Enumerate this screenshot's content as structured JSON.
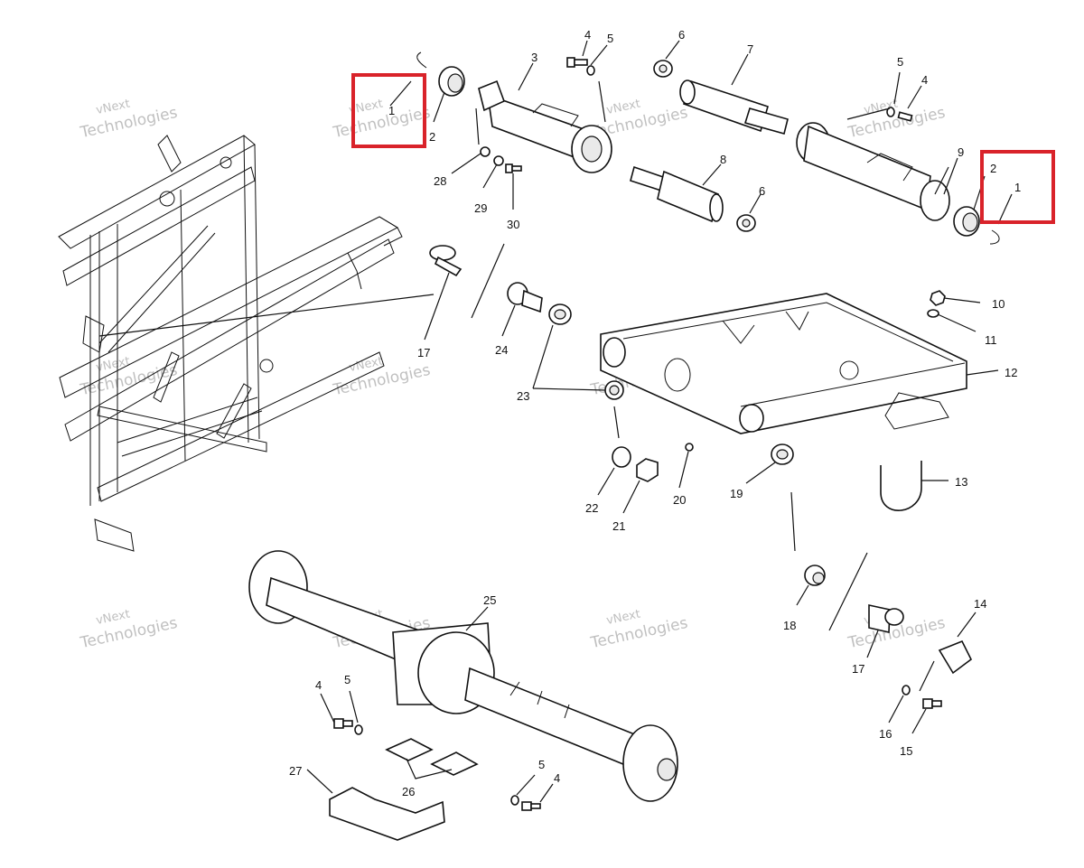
{
  "callouts": [
    {
      "id": "c1a",
      "text": "1"
    },
    {
      "id": "c2a",
      "text": "2"
    },
    {
      "id": "c3",
      "text": "3"
    },
    {
      "id": "c4a",
      "text": "4"
    },
    {
      "id": "c5a",
      "text": "5"
    },
    {
      "id": "c6a",
      "text": "6"
    },
    {
      "id": "c7",
      "text": "7"
    },
    {
      "id": "c5b",
      "text": "5"
    },
    {
      "id": "c4b",
      "text": "4"
    },
    {
      "id": "c9",
      "text": "9"
    },
    {
      "id": "c2b",
      "text": "2"
    },
    {
      "id": "c1b",
      "text": "1"
    },
    {
      "id": "c8",
      "text": "8"
    },
    {
      "id": "c6b",
      "text": "6"
    },
    {
      "id": "c28",
      "text": "28"
    },
    {
      "id": "c29",
      "text": "29"
    },
    {
      "id": "c30",
      "text": "30"
    },
    {
      "id": "c10",
      "text": "10"
    },
    {
      "id": "c11",
      "text": "11"
    },
    {
      "id": "c12",
      "text": "12"
    },
    {
      "id": "c17a",
      "text": "17"
    },
    {
      "id": "c24",
      "text": "24"
    },
    {
      "id": "c23",
      "text": "23"
    },
    {
      "id": "c13",
      "text": "13"
    },
    {
      "id": "c22",
      "text": "22"
    },
    {
      "id": "c21",
      "text": "21"
    },
    {
      "id": "c20",
      "text": "20"
    },
    {
      "id": "c19",
      "text": "19"
    },
    {
      "id": "c25",
      "text": "25"
    },
    {
      "id": "c18",
      "text": "18"
    },
    {
      "id": "c14",
      "text": "14"
    },
    {
      "id": "c17b",
      "text": "17"
    },
    {
      "id": "c4c",
      "text": "4"
    },
    {
      "id": "c5c",
      "text": "5"
    },
    {
      "id": "c16",
      "text": "16"
    },
    {
      "id": "c15",
      "text": "15"
    },
    {
      "id": "c27",
      "text": "27"
    },
    {
      "id": "c26",
      "text": "26"
    },
    {
      "id": "c5d",
      "text": "5"
    },
    {
      "id": "c4d",
      "text": "4"
    }
  ],
  "watermark": {
    "line1": "vNext",
    "line2": "Technologies",
    "line3": "vNext Technologies"
  },
  "highlight_color": "#d9232a"
}
